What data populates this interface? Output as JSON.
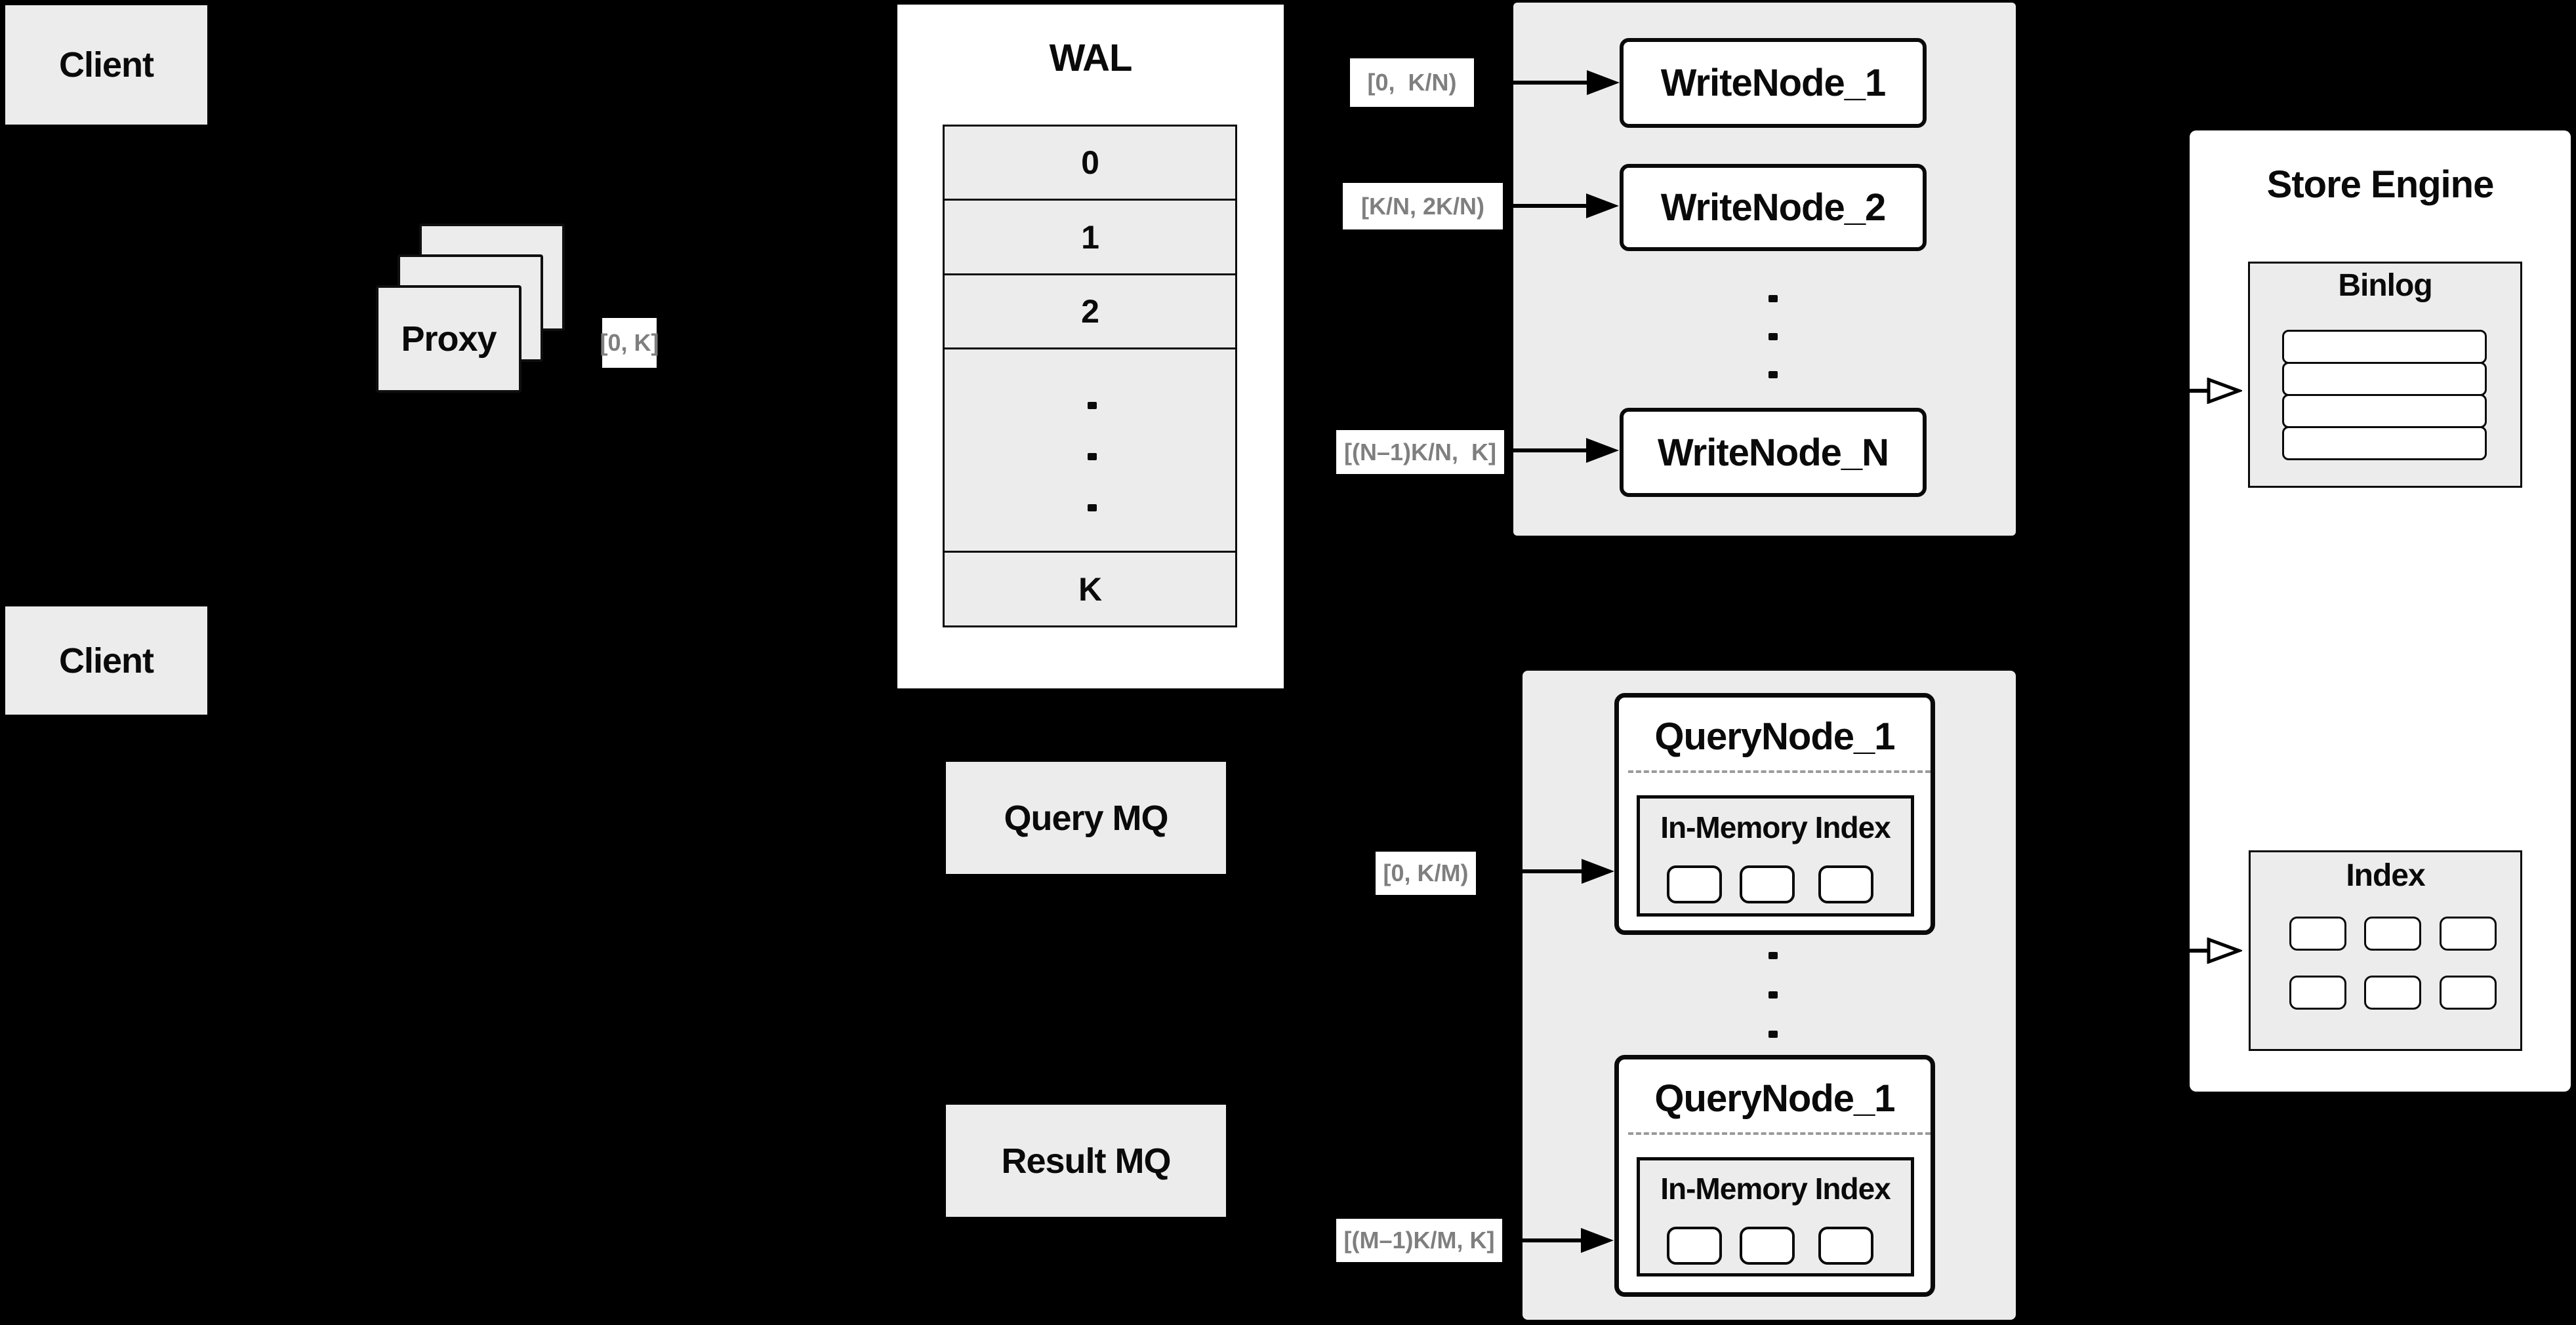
{
  "diagram": {
    "client_top": "Client",
    "client_bottom": "Client",
    "proxy": "Proxy",
    "proxy_range": "[0, K]",
    "wal": {
      "title": "WAL",
      "row0": "0",
      "row1": "1",
      "row2": "2",
      "rowK": "K"
    },
    "write": {
      "range1": "[0,  K/N)",
      "node1": "WriteNode_1",
      "range2": "[K/N, 2K/N)",
      "node2": "WriteNode_2",
      "rangeN": "[(N–1)K/N,  K]",
      "nodeN": "WriteNode_N"
    },
    "query_mq": "Query MQ",
    "result_mq": "Result MQ",
    "query": {
      "range_top": "[0, K/M)",
      "node_top": "QueryNode_1",
      "inner_top": "In-Memory Index",
      "range_bottom": "[(M–1)K/M, K]",
      "node_bottom": "QueryNode_1",
      "inner_bottom": "In-Memory Index"
    },
    "store": {
      "title": "Store Engine",
      "binlog": "Binlog",
      "index": "Index"
    }
  },
  "colors": {
    "background": "#000000",
    "panel_gray": "#ececec",
    "box_white": "#ffffff",
    "line_black": "#0a0a0a",
    "range_label_text": "#7f7f7f",
    "dash_gray": "#9a9a9a"
  }
}
